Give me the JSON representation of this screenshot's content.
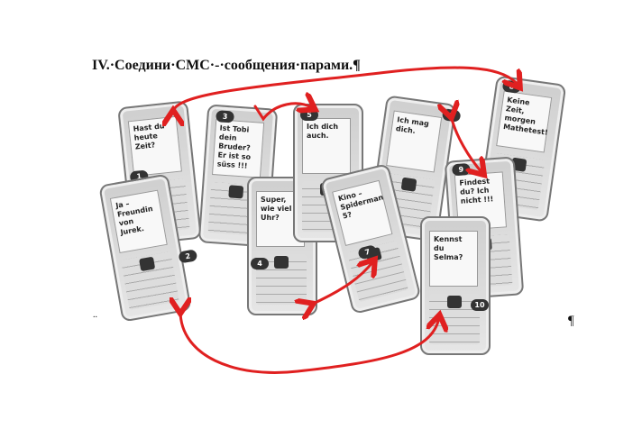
{
  "title": "IV.·Соедини·СМС·-·сообщения·парами.¶",
  "pilcrow": "¶",
  "small_mark": "..",
  "phones": [
    {
      "n": "1",
      "text": "Hast du heute Zeit?"
    },
    {
      "n": "2",
      "text": "Ja – Freundin von Jurek."
    },
    {
      "n": "3",
      "text": "Ist Tobi dein Bruder? Er ist so süss !!!"
    },
    {
      "n": "4",
      "text": "Super, wie viel Uhr?"
    },
    {
      "n": "5",
      "text": "Ich dich auch."
    },
    {
      "n": "6",
      "text": "Ich mag dich."
    },
    {
      "n": "7",
      "text": "Kino – Spiderman 5?"
    },
    {
      "n": "8",
      "text": "Keine Zeit, morgen Mathetest!"
    },
    {
      "n": "9",
      "text": "Findest du? Ich nicht !!!"
    },
    {
      "n": "10",
      "text": "Kennst du Selma?"
    }
  ],
  "arrow_color": "#e02020"
}
